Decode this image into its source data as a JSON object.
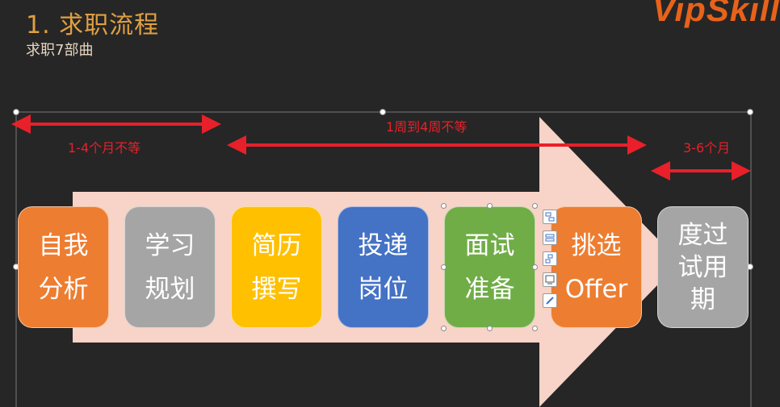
{
  "header": {
    "title": "1. 求职流程",
    "subtitle": "求职7部曲",
    "logo": "VipSkill"
  },
  "colors": {
    "background": "#262626",
    "arrow_fill": "#F8D3C7",
    "duration_arrow": "#E8202A",
    "orange": "#ED7D31",
    "gray": "#A5A5A5",
    "yellow": "#FFC000",
    "blue": "#4472C4",
    "green": "#70AD47"
  },
  "stages": [
    {
      "lines": [
        "自我",
        "分析"
      ],
      "color": "#ED7D31"
    },
    {
      "lines": [
        "学习",
        "规划"
      ],
      "color": "#A5A5A5"
    },
    {
      "lines": [
        "简历",
        "撰写"
      ],
      "color": "#FFC000"
    },
    {
      "lines": [
        "投递",
        "岗位"
      ],
      "color": "#4472C4"
    },
    {
      "lines": [
        "面试",
        "准备"
      ],
      "color": "#70AD47"
    },
    {
      "lines": [
        "挑选",
        "Offer"
      ],
      "color": "#ED7D31"
    },
    {
      "lines": [
        "度过",
        "试用",
        "期"
      ],
      "color": "#A5A5A5"
    }
  ],
  "durations": [
    {
      "label": "1-4个月不等"
    },
    {
      "label": "1周到4周不等"
    },
    {
      "label": "3-6个月"
    }
  ],
  "toolbar": [
    "layout-options-icon",
    "layout-options-alt-icon",
    "chart-elements-icon",
    "chart-styles-icon",
    "pen-icon"
  ]
}
